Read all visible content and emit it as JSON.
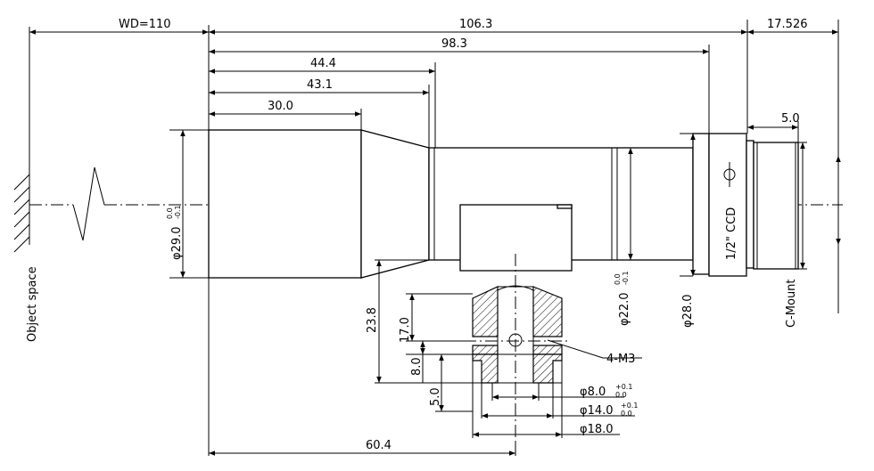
{
  "dimensions": {
    "wd": "WD=110",
    "total_length": "106.3",
    "flange_offset": "17.526",
    "body_length": "98.3",
    "front_length": "44.4",
    "cone_start": "43.1",
    "front_barrel": "30.0",
    "cmount_thread": "5.0",
    "front_dia": "φ29.0",
    "front_dia_tol_upper": "0.0",
    "front_dia_tol_lower": "-0.1",
    "rear_dia": "φ22.0",
    "rear_dia_tol_upper": "0.0",
    "rear_dia_tol_lower": "-0.1",
    "flange_dia": "φ28.0",
    "mount_height": "23.8",
    "mount_center": "17.0",
    "mount_upper": "8.0",
    "mount_lower": "5.0",
    "hole_dia": "φ8.0",
    "hole_dia_tol_upper": "+0.1",
    "hole_dia_tol_lower": "0.0",
    "counterbore_dia": "φ14.0",
    "counterbore_tol_upper": "+0.1",
    "counterbore_tol_lower": "0.0",
    "mount_dia": "φ18.0",
    "mount_position": "60.4"
  },
  "labels": {
    "object_space": "Object space",
    "sensor": "1/2\" CCD",
    "c_mount": "C-Mount",
    "screw": "4-M3"
  }
}
